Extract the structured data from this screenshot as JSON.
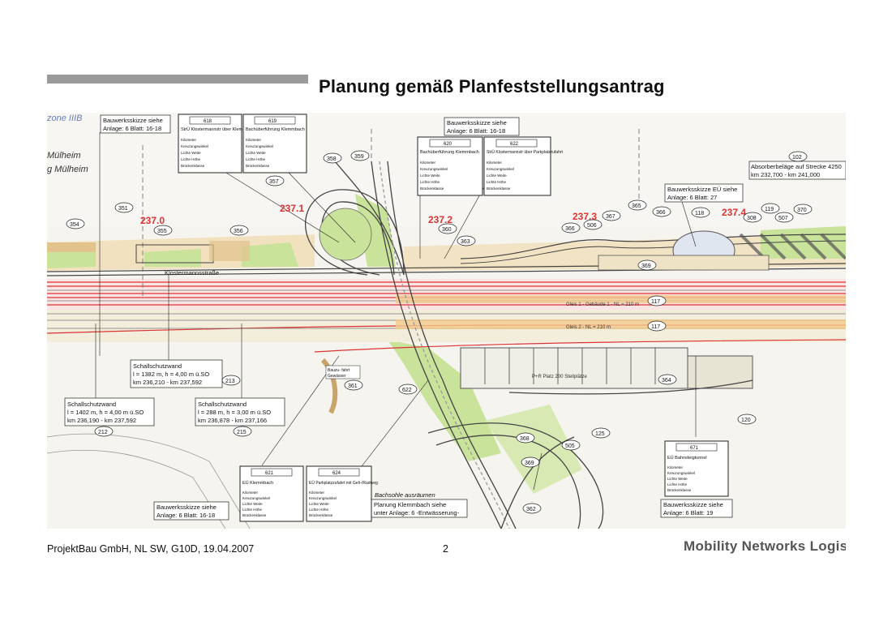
{
  "slide": {
    "title": "Planung gemäß Planfeststellungsantrag",
    "footer_left": "ProjektBau GmbH, NL SW, G10D, 19.04.2007",
    "page_number": "2",
    "brand": "Mobility Networks Logistics"
  },
  "plan": {
    "place_top": "Mülheim",
    "place_sub": "g Mülheim",
    "zone": "zone IIIB",
    "street": "Klostermannsstraße",
    "km_marks": [
      "237.0",
      "237.1",
      "237.2",
      "237.3",
      "237.4"
    ],
    "track1": "Gleis 1 - Gebäude 1 - NL = 210 m",
    "track2": "Gleis 2 - NL = 210 m",
    "parking": "P+R Platz 200 Stellplätze",
    "callouts": {
      "bw_top_left": [
        "Bauwerksskizze siehe",
        "Anlage: 6 Blatt: 16-18"
      ],
      "bw_top_mid": [
        "Bauwerksskizze siehe",
        "Anlage: 6 Blatt: 16-18"
      ],
      "bw_eu": [
        "Bauwerksskizze EÜ siehe",
        "Anlage: 6 Blatt: 27"
      ],
      "absorber": [
        "Absorberbeläge auf Strecke 4250",
        "km 232,700 - km 241,000"
      ],
      "wall_mid": [
        "Schallschutzwand",
        "l = 1382 m, h = 4,00 m ü.SO",
        "km 236,210 - km 237,592"
      ],
      "wall_left": [
        "Schallschutzwand",
        "l = 1402 m, h = 4,00 m ü.SO",
        "km 236,190 - km 237,592"
      ],
      "wall_right": [
        "Schallschutzwand",
        "l = 288 m, h = 3,00 m ü.SO",
        "km 236,878 - km 237,166"
      ],
      "bw_bottom_left": [
        "Bauwerksskizze siehe",
        "Anlage: 6 Blatt: 16-18"
      ],
      "bachsohle": [
        "Bachsohle ausräumen",
        "Planung Klemmbach siehe",
        "unter Anlage: 6 -Entwässerung-"
      ],
      "bw_bottom_right": [
        "Bauwerksskizze siehe",
        "Anlage: 6 Blatt: 19"
      ],
      "baustr": [
        "Bauzu- fahrt",
        "Gewässer"
      ]
    },
    "boxes": {
      "b618": {
        "id": "618",
        "name": "StrÜ Klostermannstr über Klemmbach"
      },
      "b619": {
        "id": "619",
        "name": "Bachüberführung Klemmbach"
      },
      "b620": {
        "id": "620",
        "name": "Bachüberführung Klemmbach"
      },
      "b622": {
        "id": "622",
        "name": "StrÜ Klostermannstr über Parkplatzzufahrt"
      },
      "b621": {
        "id": "621",
        "name": "EÜ Klemmbach"
      },
      "b624": {
        "id": "624",
        "name": "EÜ Parkplatzzufahrt mit Geh-/Radweg"
      },
      "b671": {
        "id": "671",
        "name": "EÜ Bahnsteigtunnel"
      }
    },
    "box_rows": [
      "Kilometer",
      "Kreuzungswinkel",
      "Lichte Weite",
      "Lichte Höhe",
      "Brückenklasse"
    ],
    "nums": {
      "n354": "354",
      "n351": "351",
      "n355": "355",
      "n356": "356",
      "n357": "357",
      "n358": "358",
      "n359": "359",
      "n360": "360",
      "n363": "363",
      "n366a": "366",
      "n506": "506",
      "n367": "367",
      "n365": "365",
      "n366b": "366",
      "n118": "118",
      "n308": "308",
      "n119": "119",
      "n507": "507",
      "n370": "370",
      "n102": "102",
      "n369": "369",
      "n117a": "117",
      "n117b": "117",
      "n213": "213",
      "n361": "361",
      "n622": "622",
      "n212": "212",
      "n215": "215",
      "n125": "125",
      "n120": "120",
      "n364": "364",
      "n368": "368",
      "n505": "505",
      "n369b": "369",
      "n362": "362"
    }
  }
}
